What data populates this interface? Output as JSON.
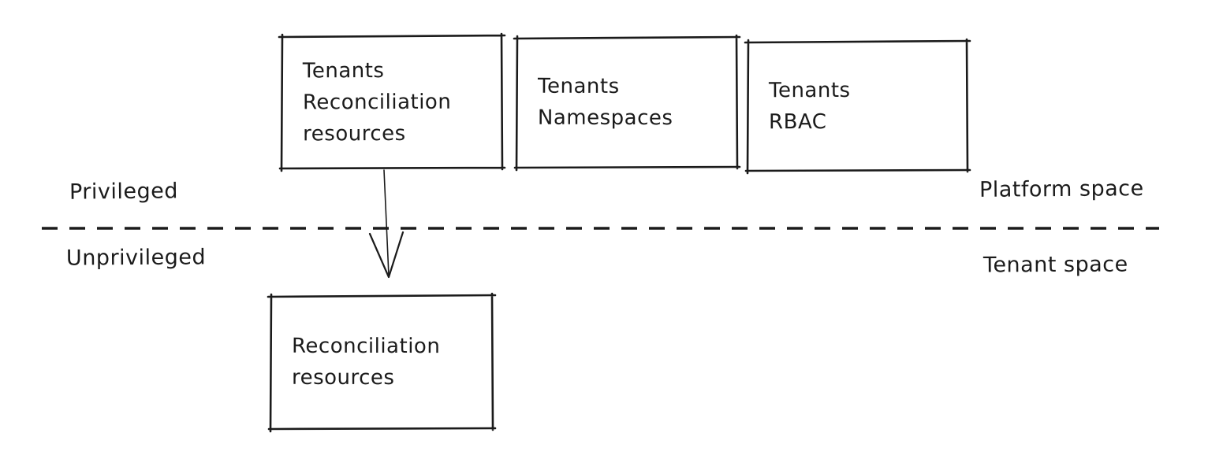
{
  "colors": {
    "stroke": "#1b1b1b",
    "background": "#ffffff"
  },
  "nodes": [
    {
      "id": "tenants-reconciliation-resources",
      "region": "platform",
      "lines": [
        "Tenants",
        "Reconciliation",
        "resources"
      ]
    },
    {
      "id": "tenants-namespaces",
      "region": "platform",
      "lines": [
        "Tenants",
        "Namespaces"
      ]
    },
    {
      "id": "tenants-rbac",
      "region": "platform",
      "lines": [
        "Tenants",
        "RBAC"
      ]
    },
    {
      "id": "reconciliation-resources",
      "region": "tenant",
      "lines": [
        "Reconciliation",
        "resources"
      ]
    }
  ],
  "labels": {
    "privileged": "Privileged",
    "unprivileged": "Unprivileged",
    "platform_space": "Platform space",
    "tenant_space": "Tenant space"
  },
  "connections": [
    {
      "from": "tenants-reconciliation-resources",
      "to": "reconciliation-resources",
      "direction": "down",
      "crosses": "privilege-boundary"
    }
  ]
}
